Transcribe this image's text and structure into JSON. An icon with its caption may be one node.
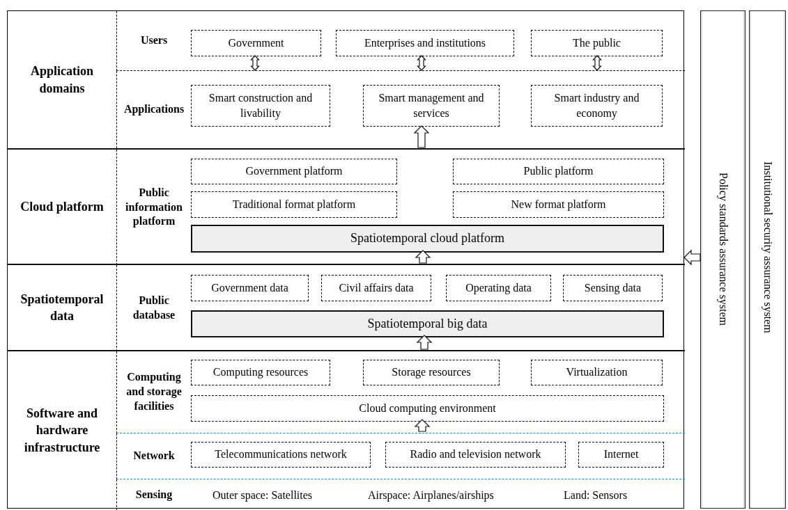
{
  "diagram": {
    "nodes": [
      {
        "text": [],
        "shape": "box"
      },
      {
        "text": [
          "Application domains"
        ],
        "in": 0
      },
      {
        "text": [
          "Users"
        ],
        "in": 1
      },
      {
        "text": [
          "Government"
        ],
        "in": 2
      },
      {
        "text": [
          "Enterprises and institutions"
        ],
        "in": 2
      },
      {
        "text": [
          "The public"
        ],
        "in": 2
      },
      {
        "text": [
          "Applications"
        ],
        "in": 1
      },
      {
        "text": [
          "Smart construction and livability"
        ],
        "in": 6
      },
      {
        "text": [
          "Smart management and services"
        ],
        "in": 6
      },
      {
        "text": [
          "Smart industry and economy"
        ],
        "in": 6
      },
      {
        "text": [
          "Cloud platform"
        ],
        "in": 0
      },
      {
        "text": [
          "Public information platform"
        ],
        "in": 10
      },
      {
        "text": [
          "Government platform"
        ],
        "in": 11
      },
      {
        "text": [
          "Public platform"
        ],
        "in": 11
      },
      {
        "text": [
          "Traditional format platform"
        ],
        "in": 11
      },
      {
        "text": [
          "New format platform"
        ],
        "in": 11
      },
      {
        "text": [
          "Spatiotemporal cloud platform"
        ],
        "in": 11
      },
      {
        "text": [
          "Spatiotemporal data"
        ],
        "in": 0
      },
      {
        "text": [
          "Public database"
        ],
        "in": 17
      },
      {
        "text": [
          "Government data"
        ],
        "in": 18
      },
      {
        "text": [
          "Civil affairs data"
        ],
        "in": 18
      },
      {
        "text": [
          "Operating data"
        ],
        "in": 18
      },
      {
        "text": [
          "Sensing data"
        ],
        "in": 18
      },
      {
        "text": [
          "Spatiotemporal big data"
        ],
        "in": 18
      },
      {
        "text": [
          "Software and hardware infrastructure"
        ],
        "in": 0
      },
      {
        "text": [
          "Computing and storage facilities"
        ],
        "in": 24
      },
      {
        "text": [
          "Computing resources"
        ],
        "in": 25
      },
      {
        "text": [
          "Storage resources"
        ],
        "in": 25
      },
      {
        "text": [
          "Virtualization"
        ],
        "in": 25
      },
      {
        "text": [
          "Cloud computing environment"
        ],
        "in": 25
      },
      {
        "text": [
          "Network"
        ],
        "in": 24
      },
      {
        "text": [
          "Telecommunications network"
        ],
        "in": 30
      },
      {
        "text": [
          "Radio and television network"
        ],
        "in": 30
      },
      {
        "text": [
          "Internet"
        ],
        "in": 30
      },
      {
        "text": [
          "Sensing",
          "Outer space: Satellites",
          "Airspace: Airplanes/airships",
          "Land: Sensors"
        ],
        "in": 24
      },
      {
        "text": [
          "Policy standards assurance system"
        ]
      },
      {
        "text": [
          "Institutional security assurance system"
        ]
      }
    ],
    "edges": [
      {
        "from": 3,
        "to": 6,
        "arrow": "both"
      },
      {
        "from": 4,
        "to": 6,
        "arrow": "both"
      },
      {
        "from": 5,
        "to": 6,
        "arrow": "both"
      },
      {
        "from": 11,
        "to": 8,
        "arrow": "to"
      },
      {
        "from": 18,
        "to": 16,
        "arrow": "to"
      },
      {
        "from": 25,
        "to": 23,
        "arrow": "to"
      },
      {
        "from": 30,
        "to": 29,
        "arrow": "to"
      },
      {
        "from": 35,
        "to": 0,
        "arrow": "to"
      }
    ]
  }
}
